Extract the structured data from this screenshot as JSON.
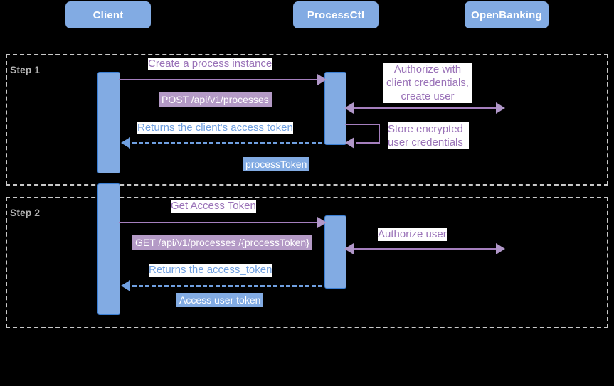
{
  "diagram": {
    "type": "sequence-diagram",
    "background": "#000000",
    "colors": {
      "participant_fill": "#82abe3",
      "participant_text": "#ffffff",
      "request_arrow": "#a57fbe",
      "response_arrow": "#6f9fe0",
      "note_text": "#9a72b8",
      "tag_request_fill": "#b49ac6",
      "tag_response_fill": "#82abe3",
      "frame_border": "#c9c9c9",
      "frame_label_text": "#b3b3b3"
    },
    "participants": [
      {
        "id": "client",
        "label": "Client"
      },
      {
        "id": "processctl",
        "label": "ProcessCtl"
      },
      {
        "id": "openbanking",
        "label": "OpenBanking"
      }
    ],
    "frames": [
      {
        "id": "step1",
        "label": "Step 1",
        "messages": [
          {
            "id": "m1",
            "label": "Create a process instance",
            "tag": "POST /api/v1/processes",
            "from": "client",
            "to": "processctl",
            "style": "solid",
            "direction": "right"
          },
          {
            "id": "m2",
            "label": "Authorize with\nclient credentials,\ncreate user",
            "from": "processctl",
            "to": "openbanking",
            "style": "solid",
            "direction": "both"
          },
          {
            "id": "m3",
            "label": "Returns the client's access token",
            "tag": "processToken",
            "from": "processctl",
            "to": "client",
            "style": "dashed",
            "direction": "left"
          },
          {
            "id": "m4",
            "label": "Store encrypted\nuser credentials",
            "from": "processctl",
            "to": "processctl",
            "style": "solid",
            "direction": "self"
          }
        ]
      },
      {
        "id": "step2",
        "label": "Step 2",
        "messages": [
          {
            "id": "m5",
            "label": "Get Access Token",
            "tag": "GET /api/v1/processes /{processToken}",
            "from": "client",
            "to": "processctl",
            "style": "solid",
            "direction": "right"
          },
          {
            "id": "m6",
            "label": "Authorize user",
            "from": "processctl",
            "to": "openbanking",
            "style": "solid",
            "direction": "both"
          },
          {
            "id": "m7",
            "label": "Returns the access_token",
            "tag": "Access user token",
            "from": "processctl",
            "to": "client",
            "style": "dashed",
            "direction": "left"
          }
        ]
      }
    ]
  }
}
